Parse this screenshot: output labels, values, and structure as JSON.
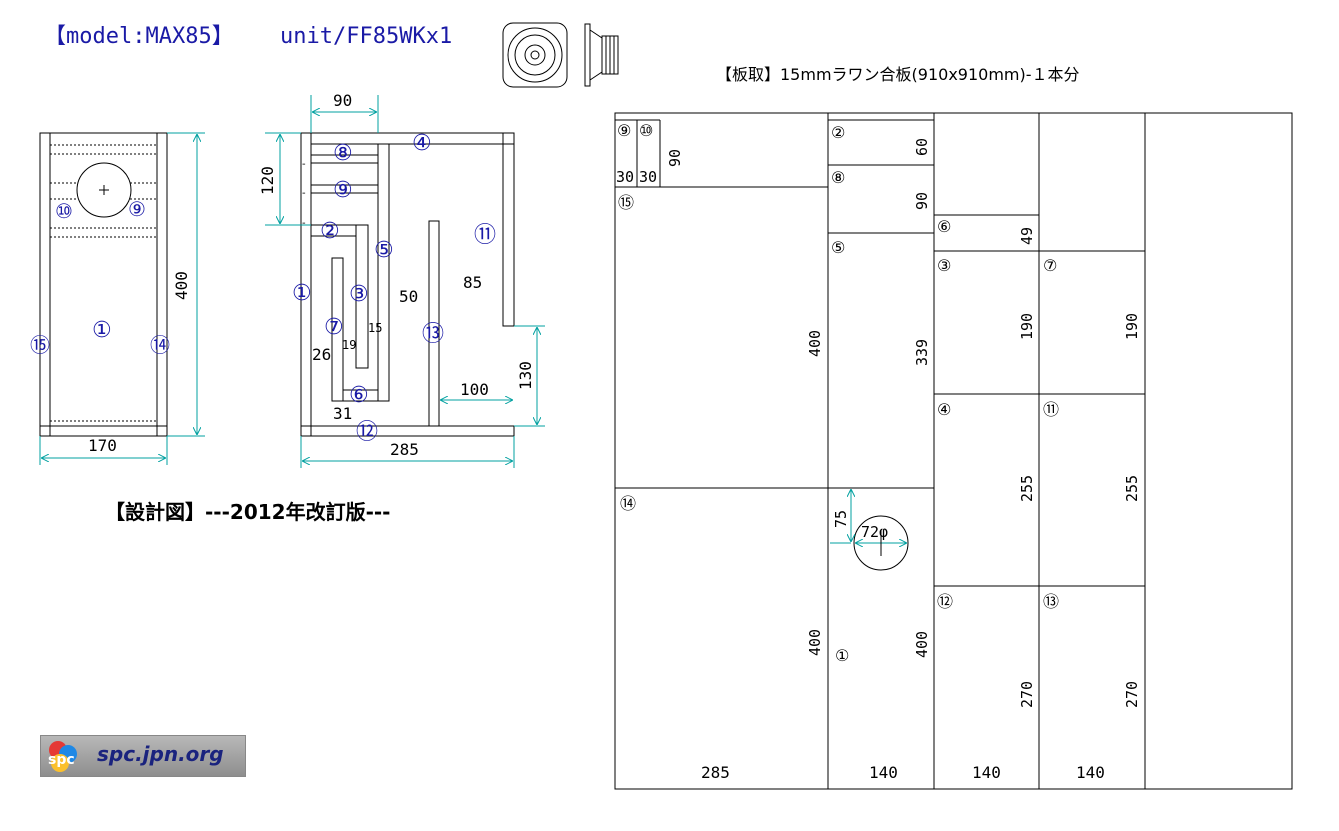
{
  "header": {
    "title_model": "【model:MAX85】",
    "title_unit": "unit/FF85WKx1"
  },
  "front_view": {
    "labels": {
      "p1": "①",
      "p9": "⑨",
      "p10": "⑩",
      "p14": "⑭",
      "p15": "⑮"
    },
    "dims": {
      "width": "170",
      "height": "400"
    }
  },
  "side_view": {
    "labels": {
      "p1": "①",
      "p2": "②",
      "p3": "③",
      "p4": "④",
      "p5": "⑤",
      "p6": "⑥",
      "p7": "⑦",
      "p8": "⑧",
      "p9": "⑨",
      "p11": "⑪",
      "p12": "⑫",
      "p13": "⑬"
    },
    "dims": {
      "top": "90",
      "upper": "120",
      "w50": "50",
      "w85": "85",
      "w15": "15",
      "w19": "19",
      "w26": "26",
      "w31": "31",
      "w100": "100",
      "h130": "130",
      "depth": "285"
    }
  },
  "caption": "【設計図】---2012年改訂版---",
  "cutting": {
    "title": "【板取】15mmラワン合板(910x910mm)-１本分",
    "pieces": {
      "p9": "⑨",
      "p10": "⑩",
      "v30a": "30",
      "v30b": "30",
      "v90a": "90",
      "p2": "②",
      "v60": "60",
      "p8": "⑧",
      "v90b": "90",
      "p6": "⑥",
      "v49": "49",
      "p15": "⑮",
      "v400a": "400",
      "p5": "⑤",
      "v339": "339",
      "p3": "③",
      "v190a": "190",
      "p7": "⑦",
      "v190b": "190",
      "p4": "④",
      "v255a": "255",
      "p11": "⑪",
      "v255b": "255",
      "p14": "⑭",
      "v400b": "400",
      "v75": "75",
      "hole": "72φ",
      "p1": "①",
      "v400c": "400",
      "p12": "⑫",
      "v270a": "270",
      "p13": "⑬",
      "v270b": "270",
      "w285": "285",
      "w140a": "140",
      "w140b": "140",
      "w140c": "140"
    }
  },
  "logo": {
    "text": "spc.jpn.org",
    "mark": "spc"
  },
  "colors": {
    "accent": "#1a1aa6",
    "dim": "#00a0a0",
    "line": "#000000"
  }
}
